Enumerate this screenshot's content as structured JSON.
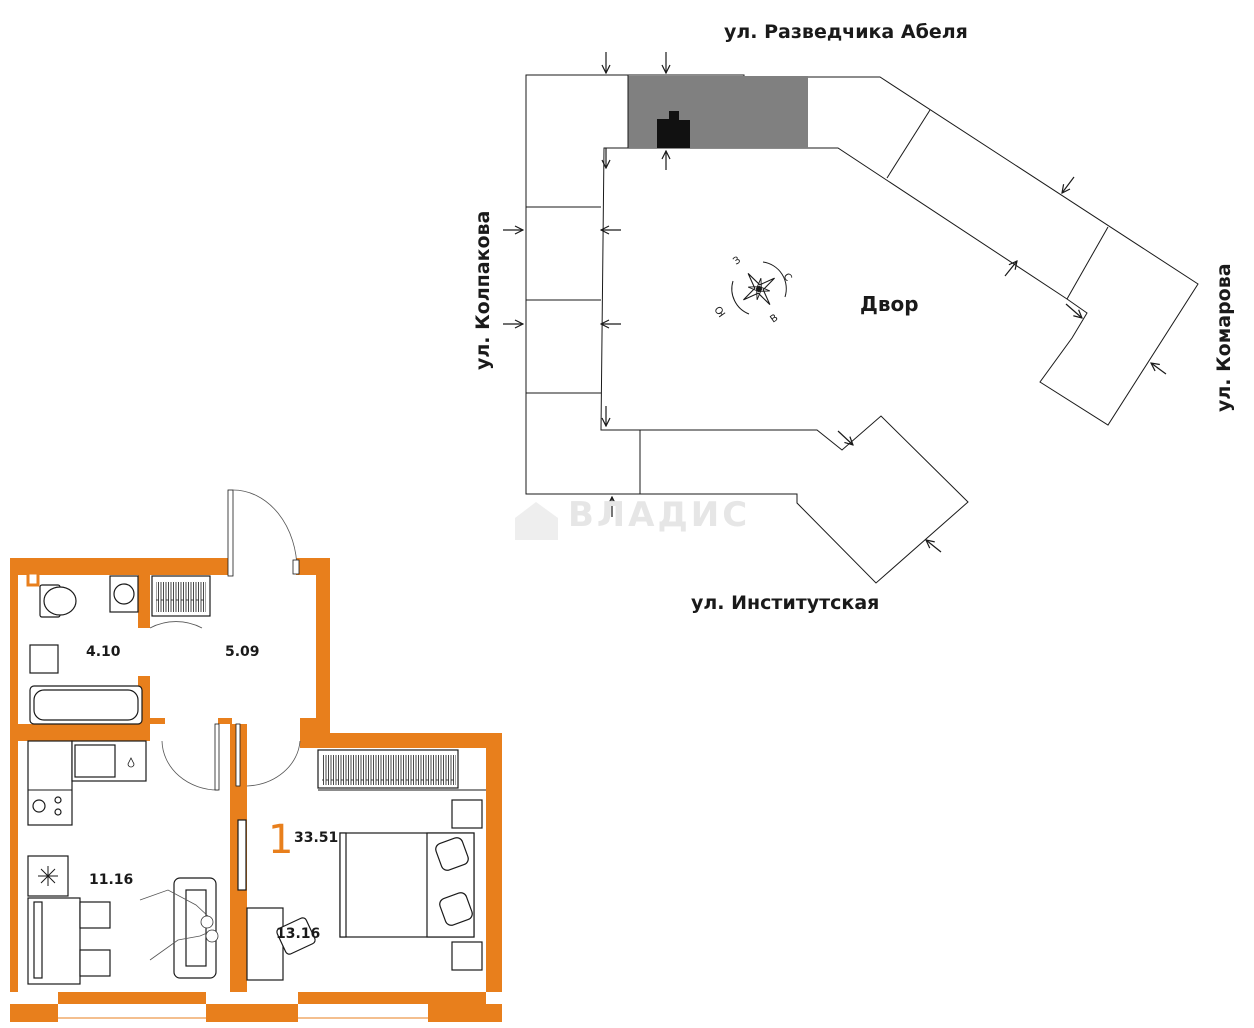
{
  "site_plan": {
    "streets": {
      "north": "ул. Разведчика Абеля",
      "west": "ул. Колпакова",
      "east": "ул. Комарова",
      "south": "ул. Институтская"
    },
    "yard_label": "Двор",
    "compass": {
      "n": "С",
      "e": "В",
      "s": "Ю",
      "w": "З"
    }
  },
  "watermark": "ВЛАДИС",
  "floor_plan": {
    "room_count": "1",
    "total_area": "33.51",
    "rooms": {
      "bathroom": "4.10",
      "hallway": "5.09",
      "kitchen": "11.16",
      "bedroom": "13.16"
    }
  },
  "colors": {
    "wall": "#e87f1c",
    "highlight_section": "#808080",
    "line": "#1a1a1a"
  }
}
